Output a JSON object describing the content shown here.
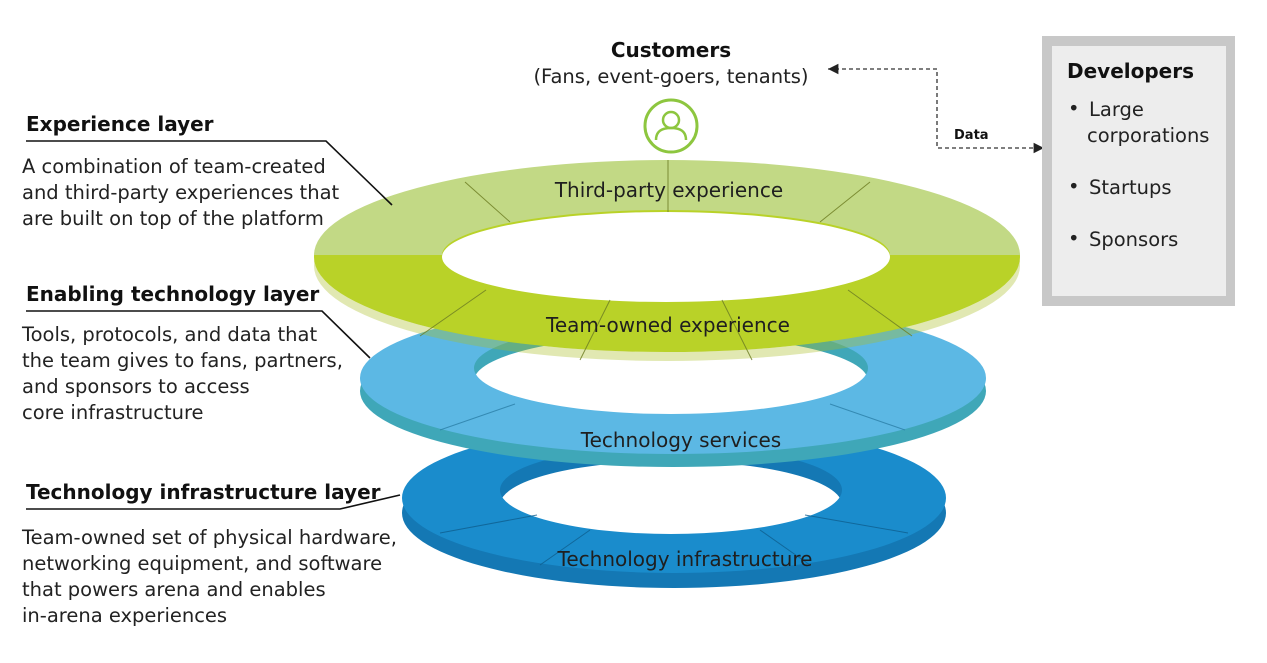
{
  "customers": {
    "title": "Customers",
    "subtitle": "(Fans, event-goers, tenants)",
    "icon": "person-icon"
  },
  "data_label": "Data",
  "developers": {
    "title": "Developers",
    "items": [
      "Large",
      "corporations",
      "Startups",
      "Sponsors"
    ]
  },
  "layers": [
    {
      "title": "Experience layer",
      "description": [
        "A combination of team-created",
        "and third-party experiences that",
        "are built on top of the platform"
      ]
    },
    {
      "title": "Enabling technology layer",
      "description": [
        "Tools, protocols, and data that",
        "the team gives to fans, partners,",
        "and sponsors to access",
        "core infrastructure"
      ]
    },
    {
      "title": "Technology infrastructure layer",
      "description": [
        "Team-owned set of physical hardware,",
        "networking equipment, and software",
        "that powers arena and enables",
        "in-arena experiences"
      ]
    }
  ],
  "rings": {
    "third_party": "Third-party experience",
    "team_owned": "Team-owned experience",
    "services": "Technology services",
    "infrastructure": "Technology infrastructure"
  },
  "colors": {
    "light_green": "#c2d985",
    "lime": "#b9d228",
    "light_blue": "#5cb8e4",
    "blue": "#1a8ccc",
    "icon_green": "#8dc63f",
    "panel_border": "#c8c8c8",
    "panel_fill": "#ededed"
  }
}
